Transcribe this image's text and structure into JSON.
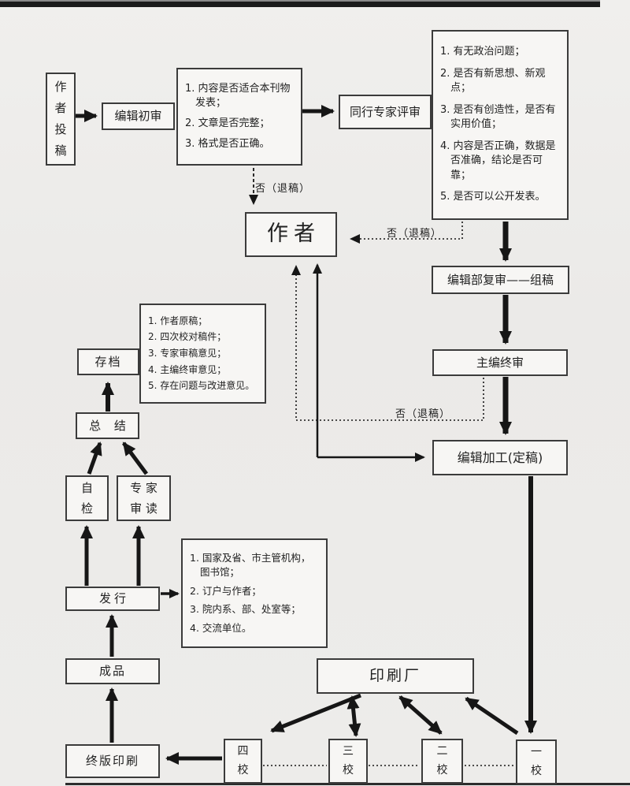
{
  "page": {
    "background": "#edecea",
    "top_bar_color": "#1b1b1b",
    "line_color": "#161616"
  },
  "nodes": {
    "author_submit": {
      "label": "作\n者\n投\n稿"
    },
    "editor_initial": {
      "label": "编辑初审"
    },
    "initial_criteria": {
      "items": [
        "1. 内容是否适合本刊物发表；",
        "2. 文章是否完整；",
        "3. 格式是否正确。"
      ]
    },
    "peer_review": {
      "label": "同行专家评审"
    },
    "peer_criteria": {
      "items": [
        "1. 有无政治问题；",
        "2. 是否有新思想、新观点；",
        "3. 是否有创造性，是否有实用价值；",
        "4. 内容是否正确，数据是否准确，结论是否可靠；",
        "5. 是否可以公开发表。"
      ]
    },
    "author": {
      "label": "作者"
    },
    "dept_review": {
      "label": "编辑部复审——组稿"
    },
    "chief_final": {
      "label": "主编终审"
    },
    "edit_finalize": {
      "label": "编辑加工(定稿)"
    },
    "archive": {
      "label": "存档"
    },
    "archive_list": {
      "items": [
        "1. 作者原稿；",
        "2. 四次校对稿件；",
        "3. 专家审稿意见；",
        "4. 主编终审意见；",
        "5. 存在问题与改进意见。"
      ]
    },
    "summary": {
      "label": "总 结"
    },
    "self_check": {
      "label": "自\n检"
    },
    "expert_reading": {
      "label": "专 家\n审 读"
    },
    "distribution": {
      "label": "发行"
    },
    "distribution_list": {
      "items": [
        "1. 国家及省、市主管机构，图书馆；",
        "2. 订户与作者；",
        "3. 院内系、部、处室等；",
        "4. 交流单位。"
      ]
    },
    "finished_product": {
      "label": "成品"
    },
    "final_printing": {
      "label": "终版印刷"
    },
    "printing_house": {
      "label": "印刷厂"
    },
    "proof4": {
      "label": "四\n校"
    },
    "proof3": {
      "label": "三\n校"
    },
    "proof2": {
      "label": "二\n校"
    },
    "proof1": {
      "label": "一\n校"
    }
  },
  "connectors": {
    "reject_label": "否（退稿）"
  }
}
